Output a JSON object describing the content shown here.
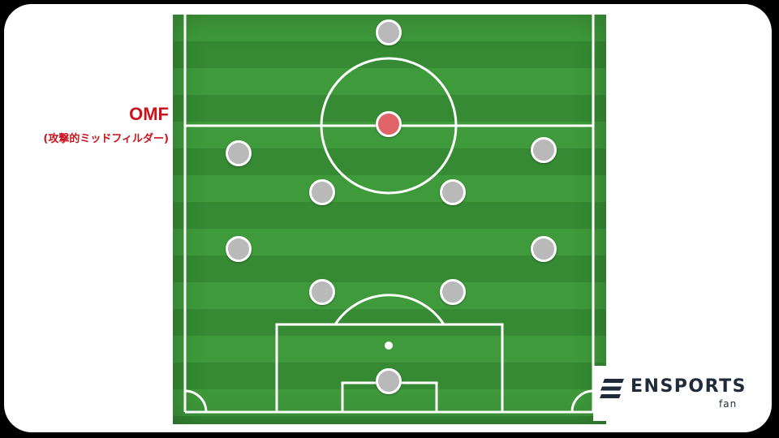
{
  "label": {
    "position": "OMF",
    "description": "(攻撃的ミッドフィルダー)",
    "color": "#c8141c"
  },
  "formation": {
    "players": [
      {
        "id": "top",
        "highlight": false
      },
      {
        "id": "omf",
        "highlight": true
      },
      {
        "id": "left-wing-upper",
        "highlight": false
      },
      {
        "id": "right-wing-upper",
        "highlight": false
      },
      {
        "id": "left-cm-upper",
        "highlight": false
      },
      {
        "id": "right-cm-upper",
        "highlight": false
      },
      {
        "id": "left-wide-mid",
        "highlight": false
      },
      {
        "id": "right-wide-mid",
        "highlight": false
      },
      {
        "id": "left-cm-lower",
        "highlight": false
      },
      {
        "id": "right-cm-lower",
        "highlight": false
      },
      {
        "id": "goalkeeper",
        "highlight": false
      }
    ],
    "highlight_color": "#e06468",
    "player_color": "#b9b9b9"
  },
  "logo": {
    "name": "ENSPORTS",
    "sub": "fan",
    "icon": "ensports-logo-icon"
  }
}
